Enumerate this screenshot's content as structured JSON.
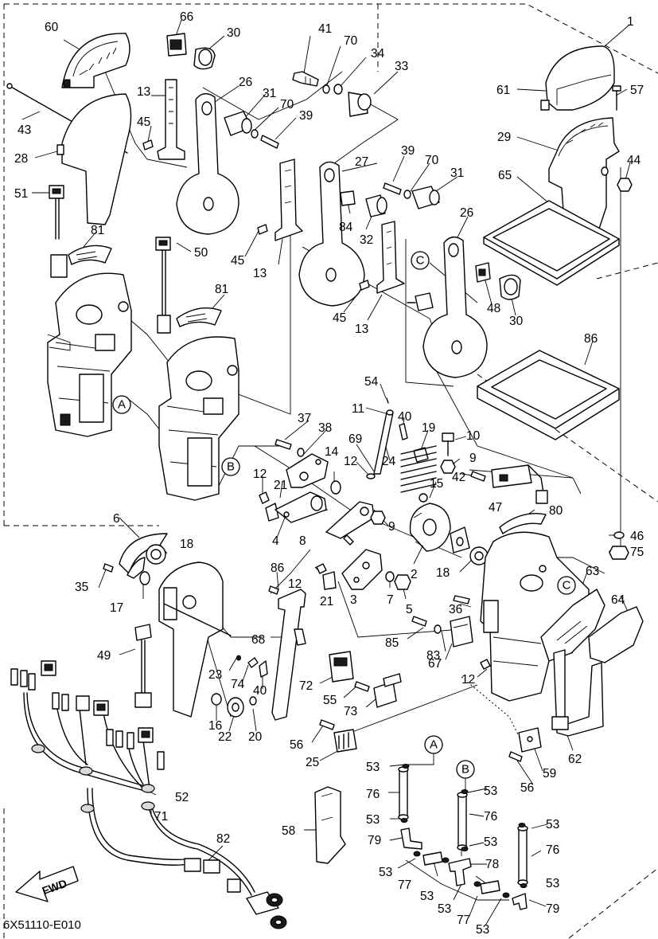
{
  "diagram_code": "6X51110-E010",
  "direction_marker": "FWD",
  "callouts": [
    {
      "id": "p60",
      "text": "60"
    },
    {
      "id": "p66",
      "text": "66"
    },
    {
      "id": "p30a",
      "text": "30"
    },
    {
      "id": "p41",
      "text": "41"
    },
    {
      "id": "p70a",
      "text": "70"
    },
    {
      "id": "p34",
      "text": "34"
    },
    {
      "id": "p33",
      "text": "33"
    },
    {
      "id": "p1",
      "text": "1"
    },
    {
      "id": "p61",
      "text": "61"
    },
    {
      "id": "p57",
      "text": "57"
    },
    {
      "id": "p43",
      "text": "43"
    },
    {
      "id": "p13a",
      "text": "13"
    },
    {
      "id": "p26a",
      "text": "26"
    },
    {
      "id": "p31a",
      "text": "31"
    },
    {
      "id": "p70b",
      "text": "70"
    },
    {
      "id": "p39a",
      "text": "39"
    },
    {
      "id": "p45a",
      "text": "45"
    },
    {
      "id": "p28",
      "text": "28"
    },
    {
      "id": "p29",
      "text": "29"
    },
    {
      "id": "p44",
      "text": "44"
    },
    {
      "id": "p27",
      "text": "27"
    },
    {
      "id": "p39b",
      "text": "39"
    },
    {
      "id": "p70c",
      "text": "70"
    },
    {
      "id": "p31b",
      "text": "31"
    },
    {
      "id": "p65",
      "text": "65"
    },
    {
      "id": "p51",
      "text": "51"
    },
    {
      "id": "p84",
      "text": "84"
    },
    {
      "id": "p32",
      "text": "32"
    },
    {
      "id": "p26b",
      "text": "26"
    },
    {
      "id": "p81a",
      "text": "81"
    },
    {
      "id": "p50",
      "text": "50"
    },
    {
      "id": "p45b",
      "text": "45"
    },
    {
      "id": "p13b",
      "text": "13"
    },
    {
      "id": "p48",
      "text": "48"
    },
    {
      "id": "p30b",
      "text": "30"
    },
    {
      "id": "p45c",
      "text": "45"
    },
    {
      "id": "p13c",
      "text": "13"
    },
    {
      "id": "p81b",
      "text": "81"
    },
    {
      "id": "p86a",
      "text": "86"
    },
    {
      "id": "p54",
      "text": "54"
    },
    {
      "id": "p11",
      "text": "11"
    },
    {
      "id": "p40a",
      "text": "40"
    },
    {
      "id": "p19",
      "text": "19"
    },
    {
      "id": "p37",
      "text": "37"
    },
    {
      "id": "p38",
      "text": "38"
    },
    {
      "id": "p10",
      "text": "10"
    },
    {
      "id": "p69",
      "text": "69"
    },
    {
      "id": "p9a",
      "text": "9"
    },
    {
      "id": "p14",
      "text": "14"
    },
    {
      "id": "p12a",
      "text": "12"
    },
    {
      "id": "p24",
      "text": "24"
    },
    {
      "id": "p12b",
      "text": "12"
    },
    {
      "id": "p21a",
      "text": "21"
    },
    {
      "id": "p42",
      "text": "42"
    },
    {
      "id": "p15",
      "text": "15"
    },
    {
      "id": "p47",
      "text": "47"
    },
    {
      "id": "p80",
      "text": "80"
    },
    {
      "id": "p6",
      "text": "6"
    },
    {
      "id": "p4",
      "text": "4"
    },
    {
      "id": "p8",
      "text": "8"
    },
    {
      "id": "p9b",
      "text": "9"
    },
    {
      "id": "p46",
      "text": "46"
    },
    {
      "id": "p18a",
      "text": "18"
    },
    {
      "id": "p75",
      "text": "75"
    },
    {
      "id": "p2",
      "text": "2"
    },
    {
      "id": "p35",
      "text": "35"
    },
    {
      "id": "p86b",
      "text": "86"
    },
    {
      "id": "p12c",
      "text": "12"
    },
    {
      "id": "p18b",
      "text": "18"
    },
    {
      "id": "p63",
      "text": "63"
    },
    {
      "id": "p17",
      "text": "17"
    },
    {
      "id": "p21b",
      "text": "21"
    },
    {
      "id": "p3",
      "text": "3"
    },
    {
      "id": "p7",
      "text": "7"
    },
    {
      "id": "p5",
      "text": "5"
    },
    {
      "id": "p64",
      "text": "64"
    },
    {
      "id": "p36",
      "text": "36"
    },
    {
      "id": "p85",
      "text": "85"
    },
    {
      "id": "p83",
      "text": "83"
    },
    {
      "id": "p68",
      "text": "68"
    },
    {
      "id": "p67",
      "text": "67"
    },
    {
      "id": "p49",
      "text": "49"
    },
    {
      "id": "p23",
      "text": "23"
    },
    {
      "id": "p74",
      "text": "74"
    },
    {
      "id": "p12d",
      "text": "12"
    },
    {
      "id": "p72",
      "text": "72"
    },
    {
      "id": "p40b",
      "text": "40"
    },
    {
      "id": "p55",
      "text": "55"
    },
    {
      "id": "p16",
      "text": "16"
    },
    {
      "id": "p22",
      "text": "22"
    },
    {
      "id": "p20",
      "text": "20"
    },
    {
      "id": "p73",
      "text": "73"
    },
    {
      "id": "p56a",
      "text": "56"
    },
    {
      "id": "p62",
      "text": "62"
    },
    {
      "id": "p25",
      "text": "25"
    },
    {
      "id": "p59",
      "text": "59"
    },
    {
      "id": "p56b",
      "text": "56"
    },
    {
      "id": "p53a",
      "text": "53"
    },
    {
      "id": "p53b",
      "text": "53"
    },
    {
      "id": "p52",
      "text": "52"
    },
    {
      "id": "p76a",
      "text": "76"
    },
    {
      "id": "p71",
      "text": "71"
    },
    {
      "id": "p53c",
      "text": "53"
    },
    {
      "id": "p76b",
      "text": "76"
    },
    {
      "id": "p53d",
      "text": "53"
    },
    {
      "id": "p58",
      "text": "58"
    },
    {
      "id": "p79a",
      "text": "79"
    },
    {
      "id": "p53e",
      "text": "53"
    },
    {
      "id": "p82",
      "text": "82"
    },
    {
      "id": "p76c",
      "text": "76"
    },
    {
      "id": "p78",
      "text": "78"
    },
    {
      "id": "p53f",
      "text": "53"
    },
    {
      "id": "p77a",
      "text": "77"
    },
    {
      "id": "p53g",
      "text": "53"
    },
    {
      "id": "p53h",
      "text": "53"
    },
    {
      "id": "p53i",
      "text": "53"
    },
    {
      "id": "p77b",
      "text": "77"
    },
    {
      "id": "p79b",
      "text": "79"
    },
    {
      "id": "p53j",
      "text": "53"
    }
  ],
  "reference_markers": [
    {
      "id": "refA1",
      "text": "A"
    },
    {
      "id": "refB1",
      "text": "B"
    },
    {
      "id": "refC1",
      "text": "C"
    },
    {
      "id": "refC2",
      "text": "C"
    },
    {
      "id": "refA2",
      "text": "A"
    },
    {
      "id": "refB2",
      "text": "B"
    }
  ]
}
